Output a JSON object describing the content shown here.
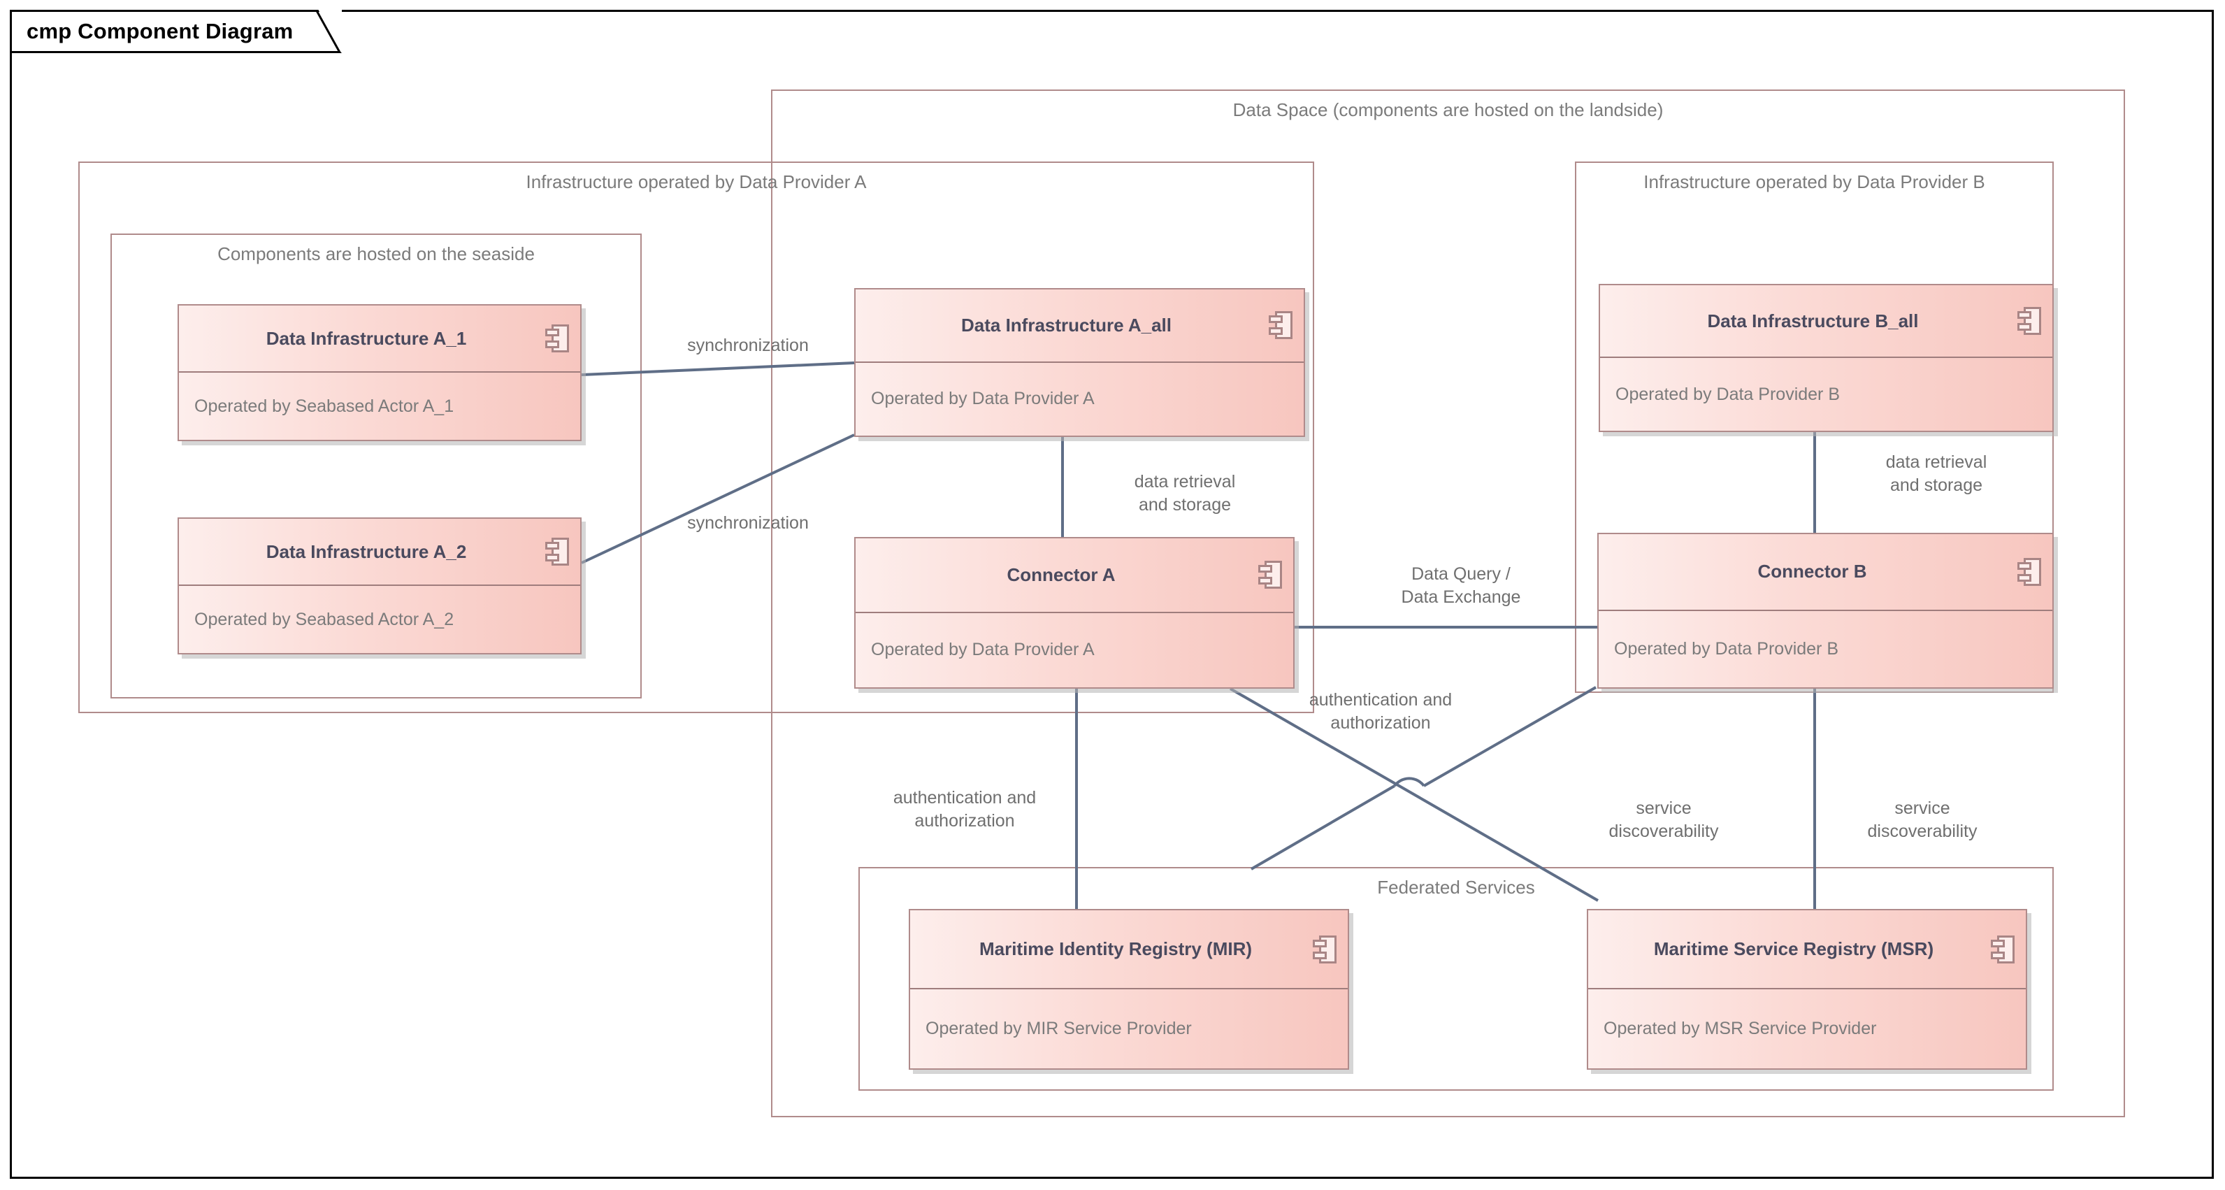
{
  "diagram": {
    "title": "cmp Component Diagram",
    "colors": {
      "component_border": "#b08b8b",
      "component_fill_light": "#fdeeec",
      "component_fill_dark": "#f7c6bf",
      "container_border": "#b08b8b",
      "connector_line": "#5f6e87",
      "title_text": "#4a4a5e",
      "sub_text": "#7b7b7b",
      "frame_border": "#000000"
    }
  },
  "containers": [
    {
      "name": "data-space",
      "label": "Data Space (components are hosted on the landside)"
    },
    {
      "name": "infrastructure-provider-a",
      "label": "Infrastructure operated by Data Provider A"
    },
    {
      "name": "infrastructure-provider-b",
      "label": "Infrastructure operated by Data Provider B"
    },
    {
      "name": "seaside-components",
      "label": "Components are hosted on the seaside"
    },
    {
      "name": "federated-services",
      "label": "Federated Services"
    }
  ],
  "components": [
    {
      "name": "data-infrastructure-a-1",
      "title": "Data Infrastructure A_1",
      "subtitle": "Operated by Seabased Actor A_1"
    },
    {
      "name": "data-infrastructure-a-2",
      "title": "Data Infrastructure A_2",
      "subtitle": "Operated by Seabased Actor A_2"
    },
    {
      "name": "data-infrastructure-a-all",
      "title": "Data Infrastructure A_all",
      "subtitle": "Operated by Data Provider A"
    },
    {
      "name": "connector-a",
      "title": "Connector A",
      "subtitle": "Operated by Data Provider A"
    },
    {
      "name": "data-infrastructure-b-all",
      "title": "Data Infrastructure B_all",
      "subtitle": "Operated by Data Provider B"
    },
    {
      "name": "connector-b",
      "title": "Connector B",
      "subtitle": "Operated by Data Provider B"
    },
    {
      "name": "maritime-identity-registry",
      "title": "Maritime Identity Registry (MIR)",
      "subtitle": "Operated by MIR Service Provider"
    },
    {
      "name": "maritime-service-registry",
      "title": "Maritime Service Registry (MSR)",
      "subtitle": "Operated by MSR Service Provider"
    }
  ],
  "edge_labels": [
    {
      "name": "synchronization-a1",
      "text": "synchronization"
    },
    {
      "name": "synchronization-a2",
      "text": "synchronization"
    },
    {
      "name": "data-retrieval-storage-a",
      "line1": "data retrieval",
      "line2": "and storage"
    },
    {
      "name": "data-retrieval-storage-b",
      "line1": "data retrieval",
      "line2": "and storage"
    },
    {
      "name": "data-query-exchange",
      "line1": "Data Query /",
      "line2": "Data Exchange"
    },
    {
      "name": "auth-connector-a",
      "line1": "authentication and",
      "line2": "authorization"
    },
    {
      "name": "auth-connector-b",
      "line1": "authentication and",
      "line2": "authorization"
    },
    {
      "name": "service-discoverability-a",
      "line1": "service",
      "line2": "discoverability"
    },
    {
      "name": "service-discoverability-b",
      "line1": "service",
      "line2": "discoverability"
    }
  ],
  "icons": {
    "component": "uml-component-icon"
  }
}
